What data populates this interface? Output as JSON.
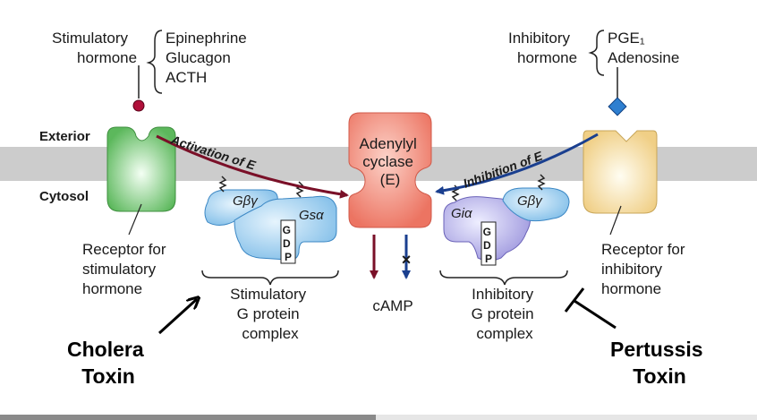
{
  "stimulatory": {
    "hormone_label_1": "Stimulatory",
    "hormone_label_2": "hormone",
    "hormones": [
      "Epinephrine",
      "Glucagon",
      "ACTH"
    ],
    "receptor_label": [
      "Receptor for",
      "stimulatory",
      "hormone"
    ],
    "g_beta_gamma": "Gβγ",
    "g_alpha": "Gsα",
    "complex_label": [
      "Stimulatory",
      "G protein",
      "complex"
    ],
    "arrow_label": "Activation of E"
  },
  "inhibitory": {
    "hormone_label_1": "Inhibitory",
    "hormone_label_2": "hormone",
    "hormones": [
      "PGE₁",
      "Adenosine"
    ],
    "receptor_label": [
      "Receptor for",
      "inhibitory",
      "hormone"
    ],
    "g_beta_gamma": "Gβγ",
    "g_alpha": "Giα",
    "complex_label": [
      "Inhibitory",
      "G protein",
      "complex"
    ],
    "arrow_label": "Inhibition of E"
  },
  "membrane": {
    "exterior": "Exterior",
    "cytosol": "Cytosol"
  },
  "enzyme": {
    "label": [
      "Adenylyl",
      "cyclase",
      "(E)"
    ],
    "product": "cAMP",
    "block_mark": "×"
  },
  "gdp_letters": [
    "G",
    "D",
    "P"
  ],
  "toxins": {
    "cholera": [
      "Cholera",
      "Toxin"
    ],
    "pertussis": [
      "Pertussis",
      "Toxin"
    ]
  },
  "colors": {
    "membrane": "#cccccc",
    "stim_receptor": "#66bb66",
    "inhib_receptor": "#f3d898",
    "g_protein_stim": "#8ec6ea",
    "g_protein_inhib": "#a8a2e0",
    "adenylyl_cyclase": "#f08070",
    "activation_arrow": "#7a1028",
    "inhibition_arrow": "#1a3f8f",
    "stim_hormone": "#b0103a",
    "inhib_hormone": "#2e7fd0"
  }
}
